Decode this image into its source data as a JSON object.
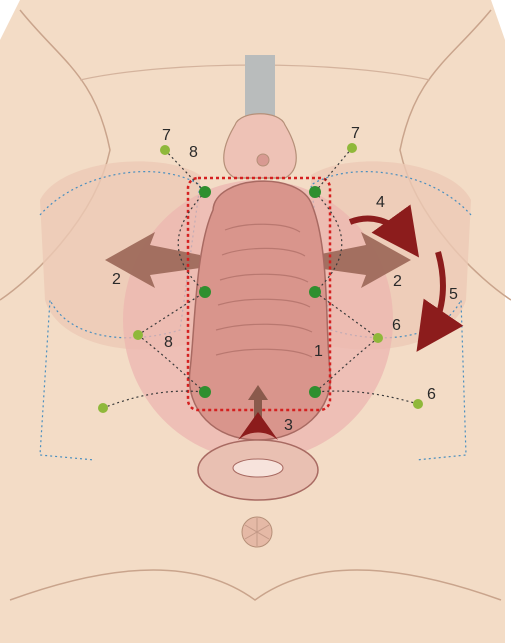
{
  "labels": {
    "l1": "1",
    "l2_left": "2",
    "l2_right": "2",
    "l3": "3",
    "l4": "4",
    "l5": "5",
    "l6_upper": "6",
    "l6_lower": "6",
    "l7_left": "7",
    "l7_right": "7",
    "l8_upper": "8",
    "l8_lower": "8"
  },
  "colors": {
    "skin": "#f3dcc6",
    "skin_dark": "#e7c2a6",
    "outline": "#b58f78",
    "tissue": "#e9a9a0",
    "tissue_dark": "#d48a82",
    "mucosa": "#cc8b82",
    "muscle_zone": "#ecb6b0",
    "arrow_brown": "#8a5a4c",
    "arrow_red": "#8c1c1c",
    "dot_green": "#2f8f2f",
    "dot_yellowgreen": "#8fb83a",
    "rect_red": "#d42020",
    "dotted_blue": "#4a8fbf",
    "suture": "#3a3a3a",
    "instrument": "#b9bcbc"
  }
}
